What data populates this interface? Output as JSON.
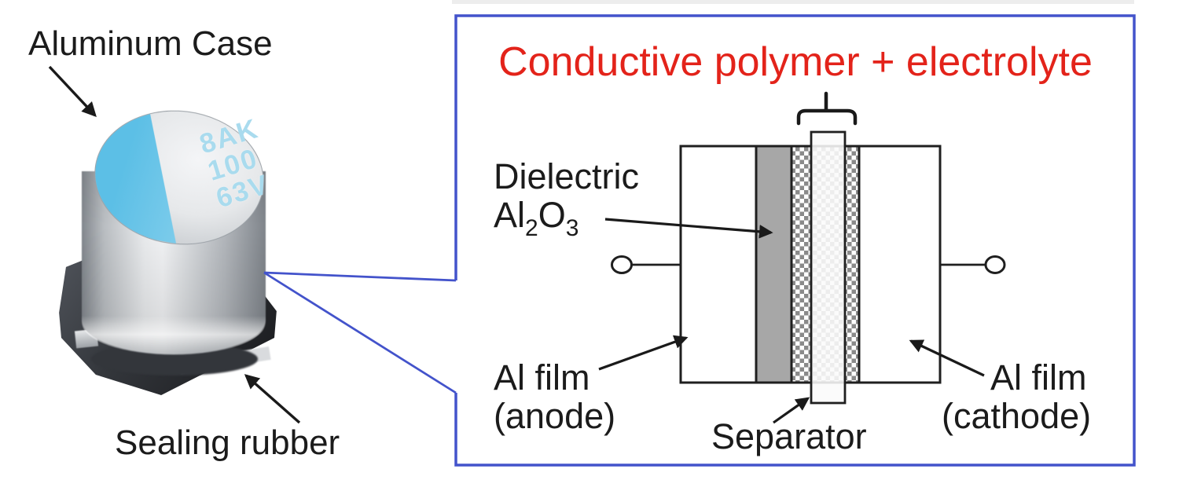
{
  "colors": {
    "box_border": "#4353cb",
    "title_red": "#e3231a",
    "dielectric_gray": "#a7a7a7",
    "checker_gray": "#8a8a8a",
    "case_blue": "#5cbfe6",
    "marking_blue": "#a9dbee"
  },
  "photo": {
    "labels": {
      "aluminum_case": "Aluminum Case",
      "sealing_rubber": "Sealing rubber"
    },
    "markings": {
      "line1": "8AK",
      "line2": "100",
      "line3": "63V"
    }
  },
  "diagram": {
    "title": "Conductive polymer + electrolyte",
    "labels": {
      "dielectric_line1": "Dielectric",
      "formula": {
        "el1": "Al",
        "sub1": "2",
        "el2": "O",
        "sub2": "3"
      },
      "anode_line1": "Al film",
      "anode_line2": "(anode)",
      "separator": "Separator",
      "cathode_line1": "Al film",
      "cathode_line2": "(cathode)"
    }
  }
}
